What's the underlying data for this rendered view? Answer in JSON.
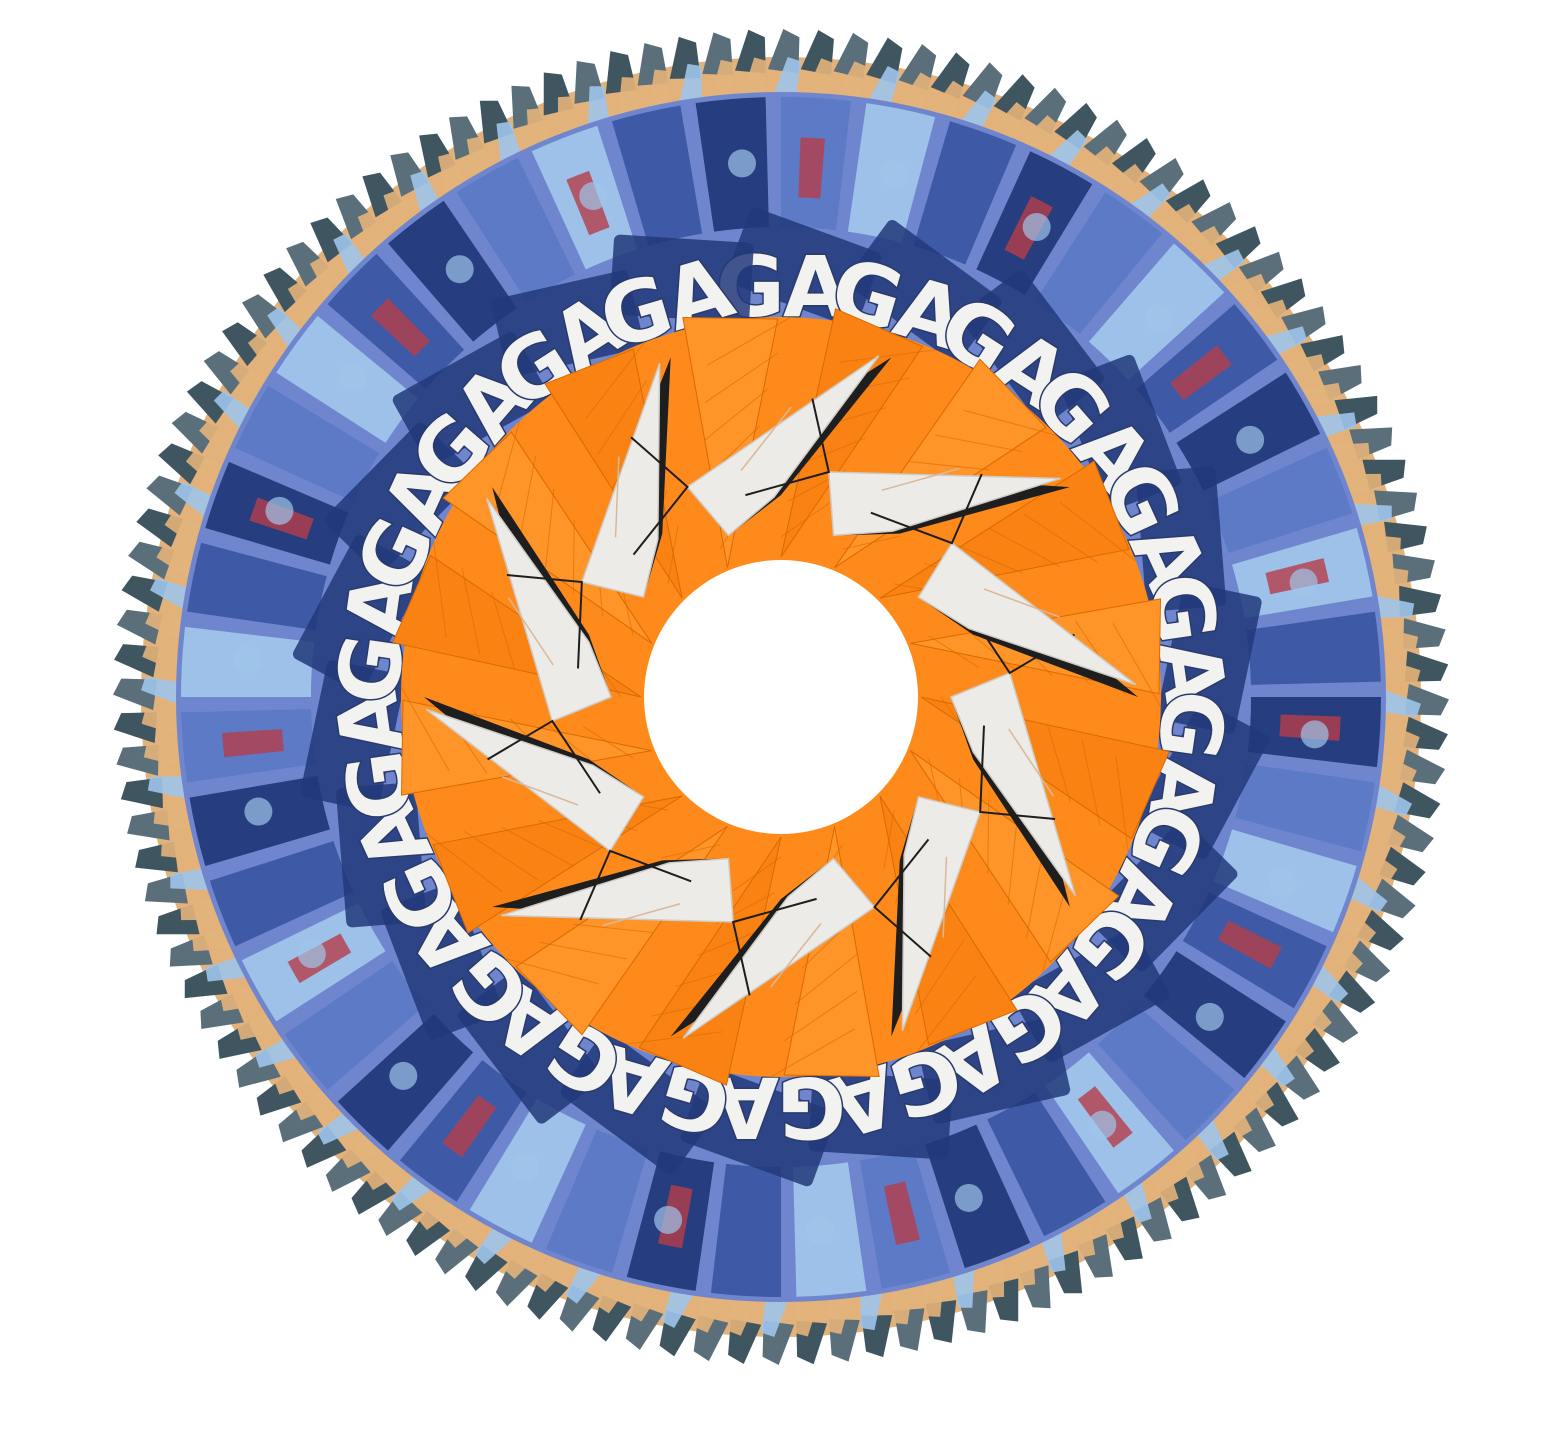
{
  "artwork": {
    "subject": "circular kaleidoscope collage",
    "repeated_text": "GA",
    "repeat_count": 22,
    "palette": {
      "background": "#ffffff",
      "outer_rim_tan": "#e2b27a",
      "outer_rim_dark": "#3f5560",
      "blue_ring": "#6f86cf",
      "blue_panel_dark": "#223a7a",
      "blue_accent": "#9fc4ea",
      "red_accent": "#b53d4a",
      "orange_ring": "#ff8a1c",
      "orange_line": "#d86a00",
      "blade_white": "#ecebe8",
      "blade_shadow": "#1e1e1e",
      "text_fill": "#f2f2f0",
      "text_stroke": "#2a3a6a"
    }
  }
}
